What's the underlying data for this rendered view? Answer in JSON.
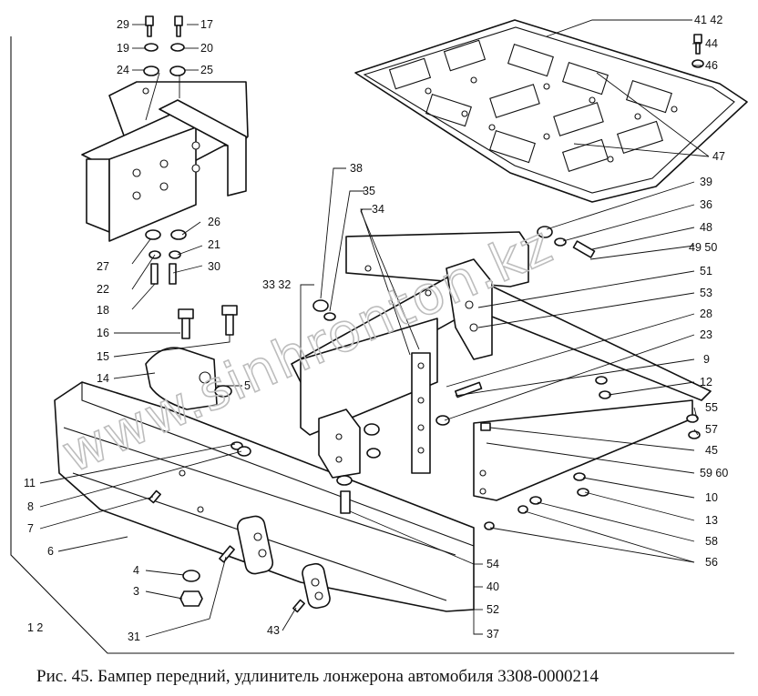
{
  "caption": "Рис. 45. Бампер передний, удлинитель лонжерона автомобиля 3308-0000214",
  "watermark": "www.sinhronton.kz",
  "labels": {
    "l1_2": "1 2",
    "l3": "3",
    "l4": "4",
    "l6": "6",
    "l7": "7",
    "l8": "8",
    "l9": "9",
    "l10": "10",
    "l11": "11",
    "l12": "12",
    "l13": "13",
    "l14": "14",
    "l15": "15",
    "l16": "16",
    "l17": "17",
    "l18": "18",
    "l19": "19",
    "l20": "20",
    "l21": "21",
    "l22": "22",
    "l23": "23",
    "l24": "24",
    "l25": "25",
    "l26": "26",
    "l27": "27",
    "l28": "28",
    "l29": "29",
    "l30": "30",
    "l31": "31",
    "l33_32": "33 32",
    "l34": "34",
    "l35": "35",
    "l36": "36",
    "l37": "37",
    "l38": "38",
    "l39": "39",
    "l40": "40",
    "l41_42": "41 42",
    "l43": "43",
    "l44": "44",
    "l45": "45",
    "l46": "46",
    "l47": "47",
    "l48": "48",
    "l49_50": "49 50",
    "l51": "51",
    "l52": "52",
    "l53": "53",
    "l54": "54",
    "l55": "55",
    "l56": "56",
    "l57": "57",
    "l58": "58",
    "l59_60": "59 60",
    "l5": "5"
  }
}
